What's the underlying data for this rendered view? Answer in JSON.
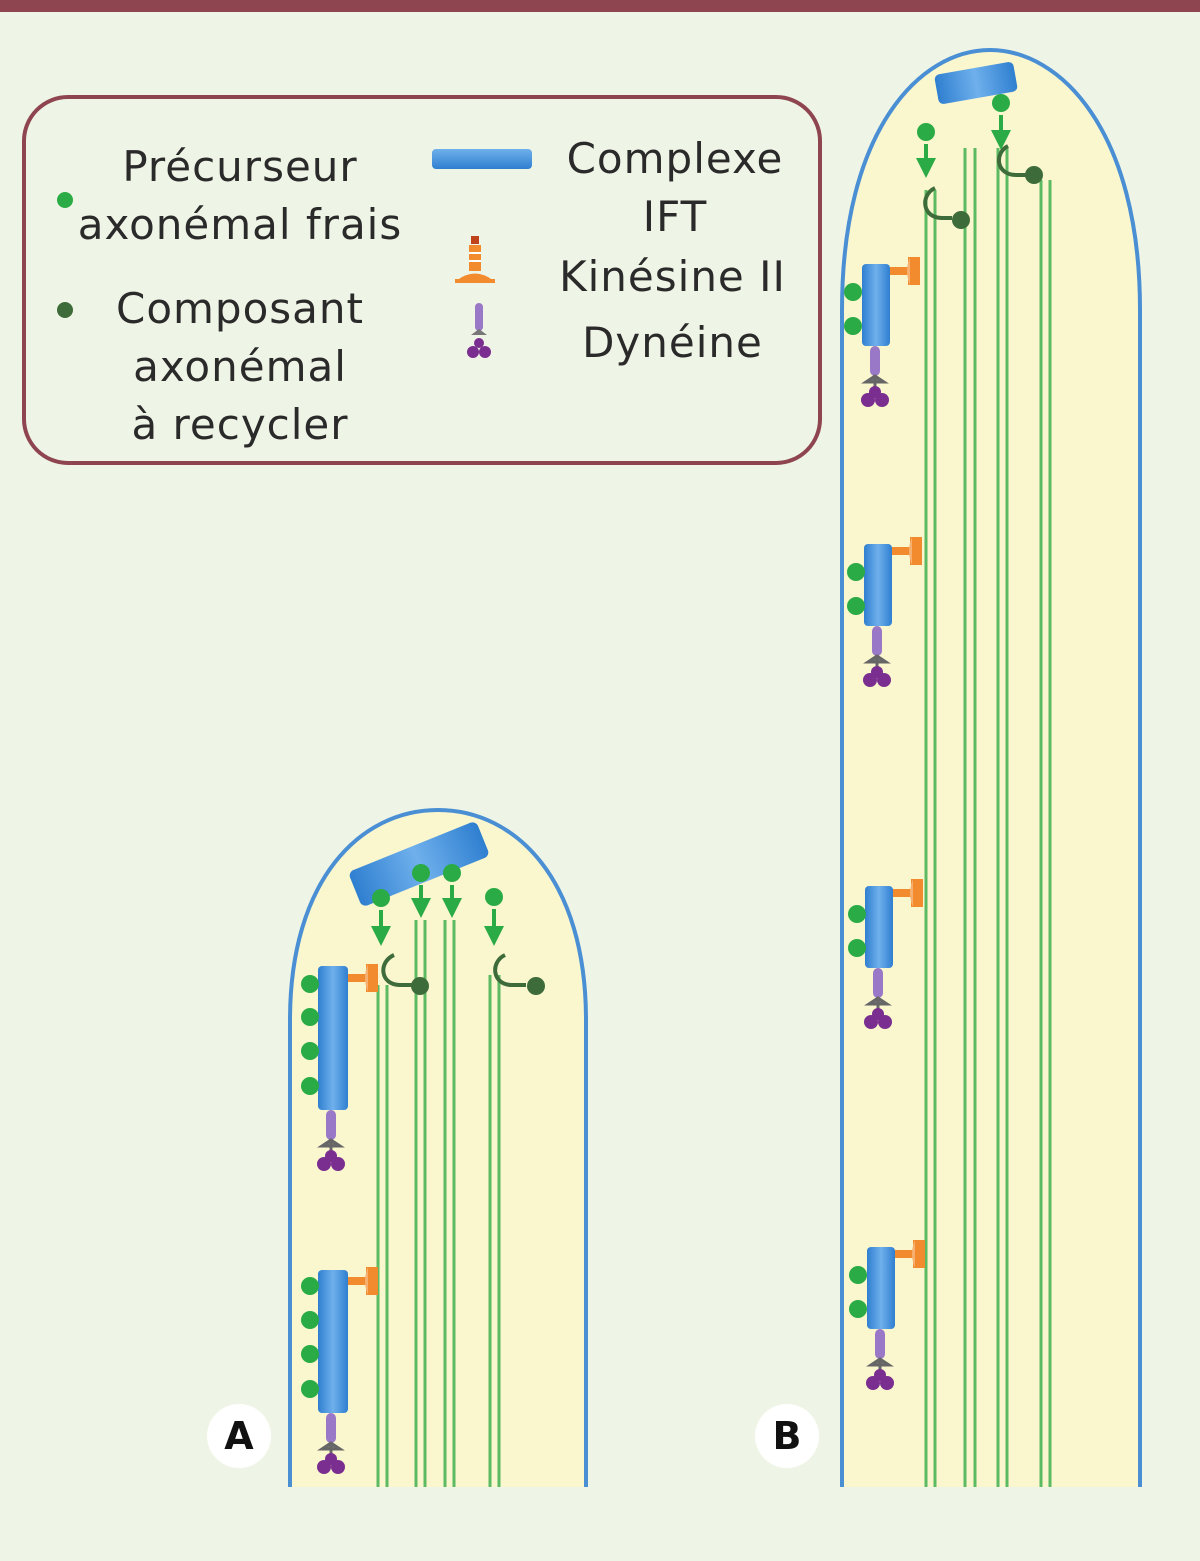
{
  "legend": {
    "fresh_precursor": "Précurseur\naxonémal frais",
    "recycle_component": "Composant\naxonémal\nà recycler",
    "ift_complex": "Complexe IFT",
    "kinesin": "Kinésine II",
    "dynein": "Dynéine"
  },
  "panels": {
    "a_label": "A",
    "b_label": "B"
  },
  "colors": {
    "frame": "#8e4550",
    "background": "#eff5e6",
    "membrane": "#4a8fd4",
    "cytoplasm": "#faf7cf",
    "microtubule": "#5cba62",
    "ift": "#4f93d8",
    "fresh_precursor": "#2bab45",
    "recycle_component": "#3e6b3a",
    "kinesin": "#f28a2e",
    "dynein": "#7a2e8f"
  }
}
